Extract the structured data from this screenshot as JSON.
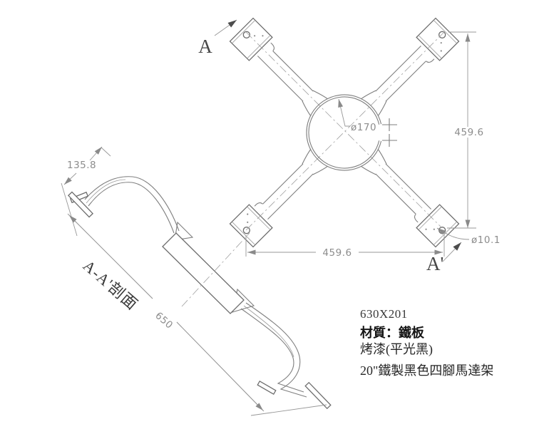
{
  "plan": {
    "label_a": "A",
    "label_a_prime": "A'",
    "dim_circle": "ø170",
    "dim_hole": "ø10.1",
    "dim_vertical": "459.6",
    "dim_horizontal": "459.6"
  },
  "section": {
    "title": "A-A'剖面",
    "dim_offset": "135.8",
    "dim_length": "650"
  },
  "notes": {
    "part_number": "630X201",
    "material": "材質：鐵板",
    "finish": "烤漆(平光黑)",
    "description": "20\"鐵製黑色四腳馬達架"
  },
  "colors": {
    "line": "#7f7f7f",
    "dim": "#979797",
    "dark_text": "#3b3b3b"
  }
}
